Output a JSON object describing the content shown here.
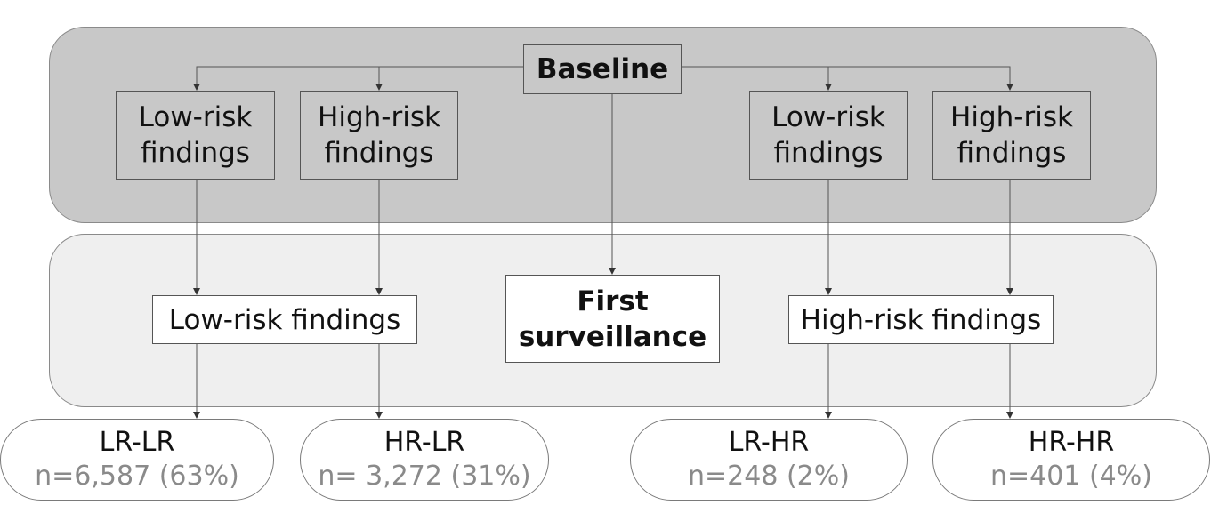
{
  "baseline": {
    "title": "Baseline",
    "left_low": "Low-risk\nfindings",
    "left_high": "High-risk\nfindings",
    "right_low": "Low-risk\nfindings",
    "right_high": "High-risk\nfindings"
  },
  "first_surveillance": {
    "title": "First\nsurveillance",
    "low_findings": "Low-risk findings",
    "high_findings": "High-risk findings"
  },
  "outcomes": [
    {
      "code": "LR-LR",
      "count": "n=6,587 (63%)"
    },
    {
      "code": "HR-LR",
      "count": "n= 3,272 (31%)"
    },
    {
      "code": "LR-HR",
      "count": "n=248 (2%)"
    },
    {
      "code": "HR-HR",
      "count": "n=401 (4%)"
    }
  ]
}
